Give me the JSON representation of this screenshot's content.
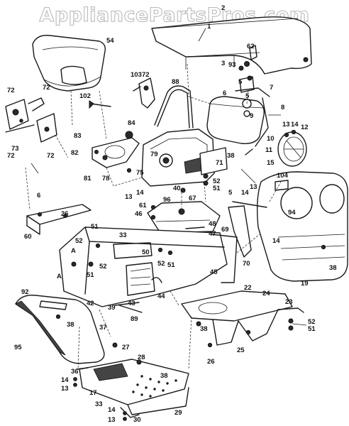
{
  "watermark": "AppliancePartsPros.com",
  "diagram": {
    "labels": [
      {
        "text": "1",
        "pos": "hood-top"
      },
      {
        "text": "2",
        "pos": "hood-top-right"
      },
      {
        "text": "3",
        "pos": "hood-bracket"
      },
      {
        "text": "5",
        "pos": "hood-bracket"
      },
      {
        "text": "5",
        "pos": "hood-bracket-lower"
      },
      {
        "text": "5",
        "pos": "dash-right"
      },
      {
        "text": "6",
        "pos": "hood-bracket-lower"
      },
      {
        "text": "6",
        "pos": "left-bracket"
      },
      {
        "text": "7",
        "pos": "tank-cap"
      },
      {
        "text": "8",
        "pos": "tank-right"
      },
      {
        "text": "9",
        "pos": "tank"
      },
      {
        "text": "10",
        "pos": "bolt"
      },
      {
        "text": "11",
        "pos": "bolt"
      },
      {
        "text": "12",
        "pos": "headlight"
      },
      {
        "text": "13",
        "pos": "headlight"
      },
      {
        "text": "14",
        "pos": "headlight"
      },
      {
        "text": "15",
        "pos": "headlight"
      },
      {
        "text": "13",
        "pos": "grille-screw"
      },
      {
        "text": "14",
        "pos": "grille-screw"
      },
      {
        "text": "14",
        "pos": "grille-right"
      },
      {
        "text": "13",
        "pos": "left-foot"
      },
      {
        "text": "14",
        "pos": "left-foot"
      },
      {
        "text": "13",
        "pos": "step"
      },
      {
        "text": "14",
        "pos": "step"
      },
      {
        "text": "13",
        "pos": "dash-left"
      },
      {
        "text": "14",
        "pos": "dash-left"
      },
      {
        "text": "17",
        "pos": "footrest"
      },
      {
        "text": "19",
        "pos": "grille"
      },
      {
        "text": "22",
        "pos": "front-frame"
      },
      {
        "text": "23",
        "pos": "front-frame"
      },
      {
        "text": "24",
        "pos": "front-frame"
      },
      {
        "text": "25",
        "pos": "front-frame"
      },
      {
        "text": "26",
        "pos": "left-bracket"
      },
      {
        "text": "26",
        "pos": "front-frame"
      },
      {
        "text": "27",
        "pos": "bolt"
      },
      {
        "text": "28",
        "pos": "footrest"
      },
      {
        "text": "29",
        "pos": "footrest"
      },
      {
        "text": "30",
        "pos": "footrest"
      },
      {
        "text": "33",
        "pos": "footrest"
      },
      {
        "text": "33",
        "pos": "frame"
      },
      {
        "text": "36",
        "pos": "footrest"
      },
      {
        "text": "37",
        "pos": "fender"
      },
      {
        "text": "38",
        "pos": "fender"
      },
      {
        "text": "38",
        "pos": "footrest"
      },
      {
        "text": "38",
        "pos": "front-frame"
      },
      {
        "text": "38",
        "pos": "grille"
      },
      {
        "text": "38",
        "pos": "dash"
      },
      {
        "text": "39",
        "pos": "frame"
      },
      {
        "text": "40",
        "pos": "dash"
      },
      {
        "text": "42",
        "pos": "frame"
      },
      {
        "text": "43",
        "pos": "frame"
      },
      {
        "text": "44",
        "pos": "frame"
      },
      {
        "text": "45",
        "pos": "frame"
      },
      {
        "text": "46",
        "pos": "plate"
      },
      {
        "text": "47",
        "pos": "plate"
      },
      {
        "text": "48",
        "pos": "plate"
      },
      {
        "text": "50",
        "pos": "frame"
      },
      {
        "text": "51",
        "pos": "frame"
      },
      {
        "text": "51",
        "pos": "frame"
      },
      {
        "text": "51",
        "pos": "frame"
      },
      {
        "text": "51",
        "pos": "dash"
      },
      {
        "text": "51",
        "pos": "front-frame"
      },
      {
        "text": "52",
        "pos": "frame"
      },
      {
        "text": "52",
        "pos": "frame"
      },
      {
        "text": "52",
        "pos": "frame"
      },
      {
        "text": "52",
        "pos": "dash"
      },
      {
        "text": "52",
        "pos": "front-frame"
      },
      {
        "text": "54",
        "pos": "seat"
      },
      {
        "text": "60",
        "pos": "left-bracket"
      },
      {
        "text": "61",
        "pos": "plate"
      },
      {
        "text": "62",
        "pos": "hood-bracket"
      },
      {
        "text": "67",
        "pos": "plate"
      },
      {
        "text": "69",
        "pos": "side-panel"
      },
      {
        "text": "70",
        "pos": "side-panel"
      },
      {
        "text": "71",
        "pos": "dash"
      },
      {
        "text": "72",
        "pos": "lever-left"
      },
      {
        "text": "72",
        "pos": "lever-left"
      },
      {
        "text": "72",
        "pos": "lever-left"
      },
      {
        "text": "72",
        "pos": "lever-left"
      },
      {
        "text": "72",
        "pos": "lever-top"
      },
      {
        "text": "73",
        "pos": "lever-left"
      },
      {
        "text": "75",
        "pos": "dash"
      },
      {
        "text": "78",
        "pos": "bracket"
      },
      {
        "text": "79",
        "pos": "bracket"
      },
      {
        "text": "81",
        "pos": "bracket"
      },
      {
        "text": "82",
        "pos": "bracket"
      },
      {
        "text": "83",
        "pos": "bracket"
      },
      {
        "text": "84",
        "pos": "bracket"
      },
      {
        "text": "88",
        "pos": "dash-trim"
      },
      {
        "text": "89",
        "pos": "frame"
      },
      {
        "text": "92",
        "pos": "fender"
      },
      {
        "text": "93",
        "pos": "hood-bracket"
      },
      {
        "text": "94",
        "pos": "grille"
      },
      {
        "text": "95",
        "pos": "fender"
      },
      {
        "text": "96",
        "pos": "plate"
      },
      {
        "text": "102",
        "pos": "key"
      },
      {
        "text": "103",
        "pos": "lever-top"
      },
      {
        "text": "104",
        "pos": "grille"
      },
      {
        "text": "A",
        "pos": "frame"
      },
      {
        "text": "A",
        "pos": "frame"
      }
    ]
  }
}
